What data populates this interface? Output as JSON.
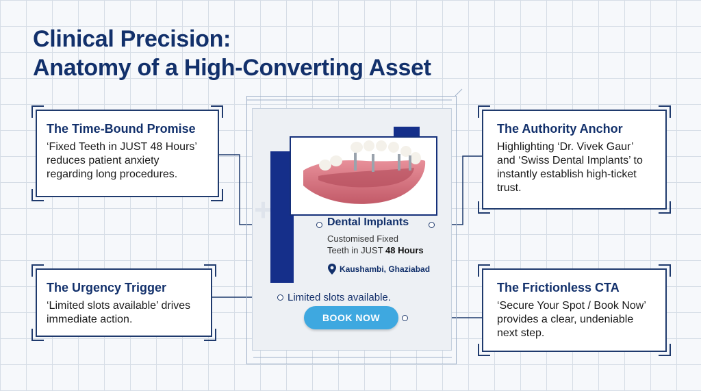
{
  "title": {
    "line1": "Clinical Precision:",
    "line2": "Anatomy of a High-Converting Asset"
  },
  "callouts": {
    "time_bound": {
      "heading": "The Time-Bound Promise",
      "body": "‘Fixed Teeth in JUST 48 Hours’ reduces patient anxiety regarding long procedures."
    },
    "urgency": {
      "heading": "The Urgency Trigger",
      "body": "‘Limited slots available’ drives immediate action."
    },
    "authority": {
      "heading": "The Authority Anchor",
      "body": "Highlighting ‘Dr. Vivek Gaur’ and ‘Swiss Dental Implants’ to instantly establish high-ticket trust."
    },
    "cta": {
      "heading": "The Frictionless CTA",
      "body": "‘Secure Your Spot / Book Now’ provides a clear, undeniable next step."
    }
  },
  "ad": {
    "heading": "Dental Implants",
    "sub_line1": "Customised Fixed",
    "sub_line2_prefix": "Teeth in JUST ",
    "sub_line2_bold": "48 Hours",
    "location": "Kaushambi, Ghaziabad",
    "slots": "Limited slots available.",
    "button_label": "BOOK NOW",
    "icon": "location-pin-icon",
    "image": "dental-implant-jaw-illustration"
  },
  "colors": {
    "navy": "#12306b",
    "accent_blue": "#152f8a",
    "button_blue": "#3ea8e0",
    "gum_pink": "#d9737f"
  }
}
